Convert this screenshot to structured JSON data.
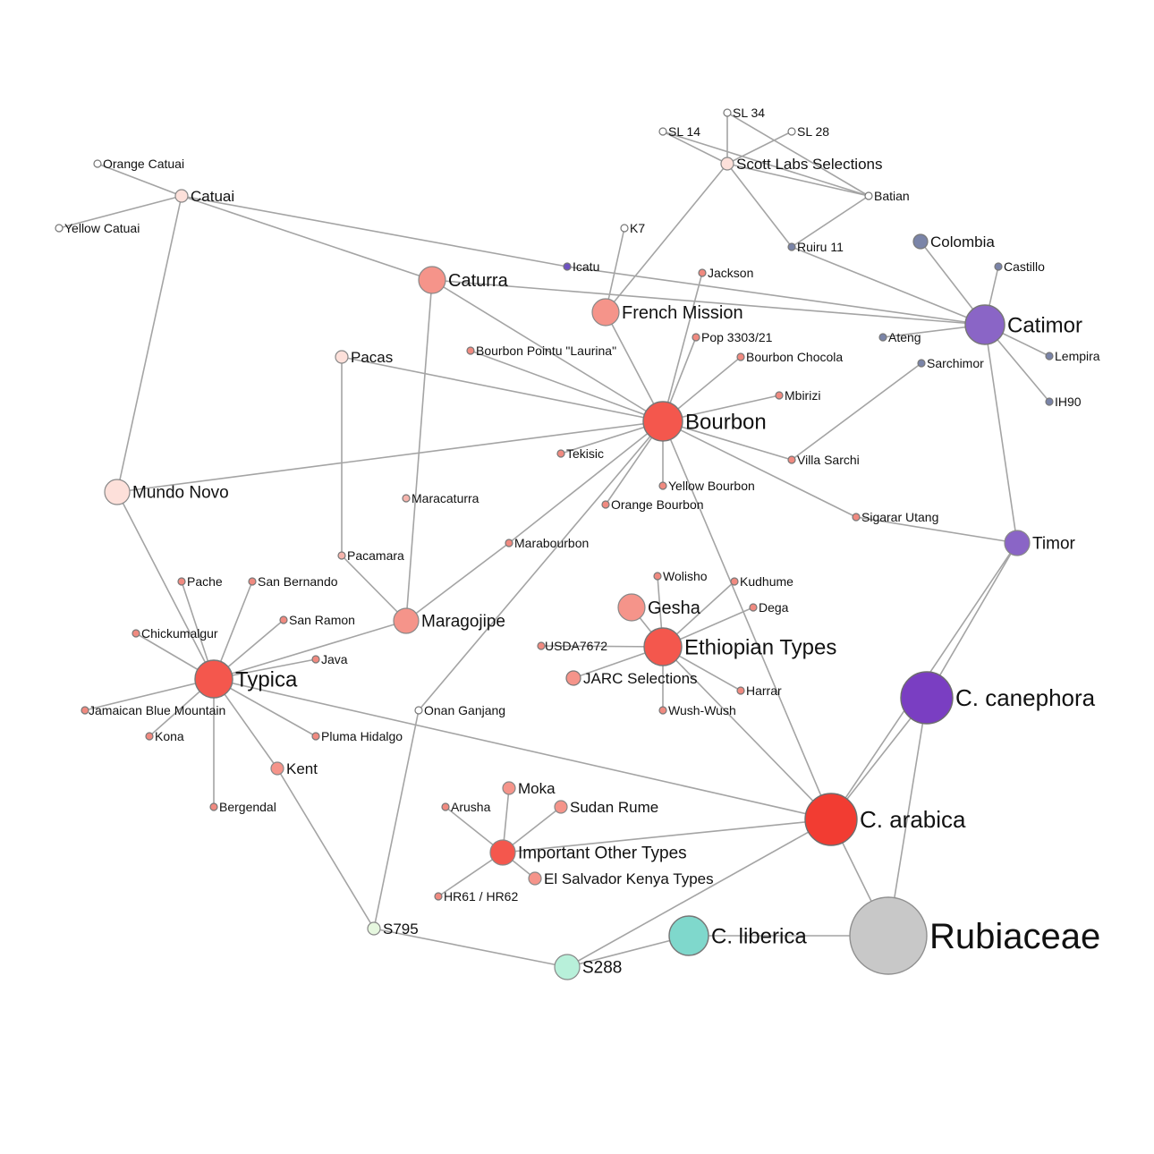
{
  "diagram": {
    "type": "network graph",
    "nodes": [
      {
        "id": "rubiaceae",
        "label": "Rubiaceae",
        "color": "#c8c8c8",
        "size": "xl"
      },
      {
        "id": "c_arabica",
        "label": "C. arabica",
        "color": "#f23c32",
        "size": "lg"
      },
      {
        "id": "c_canephora",
        "label": "C. canephora",
        "color": "#7a3ec2",
        "size": "lg"
      },
      {
        "id": "c_liberica",
        "label": "C. liberica",
        "color": "#7fd8cc",
        "size": "md"
      },
      {
        "id": "s288",
        "label": "S288",
        "color": "#b8f0da",
        "size": "sm"
      },
      {
        "id": "s795",
        "label": "S795",
        "color": "#e6f7df",
        "size": "xs"
      },
      {
        "id": "timor",
        "label": "Timor",
        "color": "#8a65c6",
        "size": "sm"
      },
      {
        "id": "catimor",
        "label": "Catimor",
        "color": "#8a65c6",
        "size": "md"
      },
      {
        "id": "colombia",
        "label": "Colombia",
        "color": "#7a84a8",
        "size": "xs2"
      },
      {
        "id": "castillo",
        "label": "Castillo",
        "color": "#7a84a8",
        "size": "xxs"
      },
      {
        "id": "lempira",
        "label": "Lempira",
        "color": "#7a84a8",
        "size": "xxs"
      },
      {
        "id": "ih90",
        "label": "IH90",
        "color": "#7a84a8",
        "size": "xxs"
      },
      {
        "id": "ateng",
        "label": "Ateng",
        "color": "#7a84a8",
        "size": "xxs"
      },
      {
        "id": "sarchimor",
        "label": "Sarchimor",
        "color": "#7a84a8",
        "size": "xxs"
      },
      {
        "id": "icatu",
        "label": "Icatu",
        "color": "#6e52c2",
        "size": "xxs"
      },
      {
        "id": "ruiru11",
        "label": "Ruiru 11",
        "color": "#7a84a8",
        "size": "xxs"
      },
      {
        "id": "batian",
        "label": "Batian",
        "color": "#ffffff",
        "size": "xxs"
      },
      {
        "id": "scott_labs",
        "label": "Scott Labs Selections",
        "color": "#fde0da",
        "size": "xs"
      },
      {
        "id": "sl34",
        "label": "SL 34",
        "color": "#ffffff",
        "size": "xxs"
      },
      {
        "id": "sl14",
        "label": "SL 14",
        "color": "#ffffff",
        "size": "xxs"
      },
      {
        "id": "sl28",
        "label": "SL 28",
        "color": "#ffffff",
        "size": "xxs"
      },
      {
        "id": "k7",
        "label": "K7",
        "color": "#ffffff",
        "size": "xxs"
      },
      {
        "id": "french_mission",
        "label": "French Mission",
        "color": "#f5948a",
        "size": "sm2"
      },
      {
        "id": "jackson",
        "label": "Jackson",
        "color": "#f08a80",
        "size": "xxs"
      },
      {
        "id": "caturra",
        "label": "Caturra",
        "color": "#f5948a",
        "size": "sm2"
      },
      {
        "id": "catuai",
        "label": "Catuai",
        "color": "#fde0da",
        "size": "xs"
      },
      {
        "id": "orange_catuai",
        "label": "Orange Catuai",
        "color": "#ffffff",
        "size": "xxs"
      },
      {
        "id": "yellow_catuai",
        "label": "Yellow Catuai",
        "color": "#ffffff",
        "size": "xxs"
      },
      {
        "id": "bourbon",
        "label": "Bourbon",
        "color": "#f4574d",
        "size": "md"
      },
      {
        "id": "bourbon_pointu",
        "label": "Bourbon Pointu \"Laurina\"",
        "color": "#f08a80",
        "size": "xxs"
      },
      {
        "id": "pop3303",
        "label": "Pop 3303/21",
        "color": "#f08a80",
        "size": "xxs"
      },
      {
        "id": "bourbon_chocola",
        "label": "Bourbon Chocola",
        "color": "#f08a80",
        "size": "xxs"
      },
      {
        "id": "mbirizi",
        "label": "Mbirizi",
        "color": "#f08a80",
        "size": "xxs"
      },
      {
        "id": "villa_sarchi",
        "label": "Villa Sarchi",
        "color": "#f08a80",
        "size": "xxs"
      },
      {
        "id": "yellow_bourbon",
        "label": "Yellow Bourbon",
        "color": "#f08a80",
        "size": "xxs"
      },
      {
        "id": "orange_bourbon",
        "label": "Orange Bourbon",
        "color": "#f08a80",
        "size": "xxs"
      },
      {
        "id": "tekisic",
        "label": "Tekisic",
        "color": "#f08a80",
        "size": "xxs"
      },
      {
        "id": "sigarar_utang",
        "label": "Sigarar Utang",
        "color": "#f08a80",
        "size": "xxs"
      },
      {
        "id": "pacas",
        "label": "Pacas",
        "color": "#fde0da",
        "size": "xs"
      },
      {
        "id": "maracaturra",
        "label": "Maracaturra",
        "color": "#f6b4ac",
        "size": "xxs"
      },
      {
        "id": "pacamara",
        "label": "Pacamara",
        "color": "#f6b4ac",
        "size": "xxs"
      },
      {
        "id": "marabourbon",
        "label": "Marabourbon",
        "color": "#f08a80",
        "size": "xxs"
      },
      {
        "id": "maragojipe",
        "label": "Maragojipe",
        "color": "#f5948a",
        "size": "sm"
      },
      {
        "id": "mundo_novo",
        "label": "Mundo Novo",
        "color": "#fde0da",
        "size": "sm"
      },
      {
        "id": "typica",
        "label": "Typica",
        "color": "#f4574d",
        "size": "md2"
      },
      {
        "id": "pache",
        "label": "Pache",
        "color": "#f08a80",
        "size": "xxs"
      },
      {
        "id": "san_bernando",
        "label": "San Bernando",
        "color": "#f08a80",
        "size": "xxs"
      },
      {
        "id": "san_ramon",
        "label": "San Ramon",
        "color": "#f08a80",
        "size": "xxs"
      },
      {
        "id": "chickumalgur",
        "label": "Chickumalgur",
        "color": "#f08a80",
        "size": "xxs"
      },
      {
        "id": "java",
        "label": "Java",
        "color": "#f08a80",
        "size": "xxs"
      },
      {
        "id": "jamaican_blue",
        "label": "Jamaican Blue Mountain",
        "color": "#f08a80",
        "size": "xxs"
      },
      {
        "id": "kona",
        "label": "Kona",
        "color": "#f08a80",
        "size": "xxs"
      },
      {
        "id": "pluma_hidalgo",
        "label": "Pluma Hidalgo",
        "color": "#f08a80",
        "size": "xxs"
      },
      {
        "id": "kent",
        "label": "Kent",
        "color": "#f5948a",
        "size": "xs"
      },
      {
        "id": "bergendal",
        "label": "Bergendal",
        "color": "#f08a80",
        "size": "xxs"
      },
      {
        "id": "onan_ganjang",
        "label": "Onan Ganjang",
        "color": "#ffffff",
        "size": "xxs"
      },
      {
        "id": "ethiopian_types",
        "label": "Ethiopian Types",
        "color": "#f4574d",
        "size": "md2"
      },
      {
        "id": "gesha",
        "label": "Gesha",
        "color": "#f5948a",
        "size": "sm2"
      },
      {
        "id": "wolisho",
        "label": "Wolisho",
        "color": "#f08a80",
        "size": "xxs"
      },
      {
        "id": "kudhume",
        "label": "Kudhume",
        "color": "#f08a80",
        "size": "xxs"
      },
      {
        "id": "dega",
        "label": "Dega",
        "color": "#f08a80",
        "size": "xxs"
      },
      {
        "id": "usda7672",
        "label": "USDA7672",
        "color": "#f08a80",
        "size": "xxs"
      },
      {
        "id": "jarc",
        "label": "JARC Selections",
        "color": "#f5948a",
        "size": "xs2"
      },
      {
        "id": "harrar",
        "label": "Harrar",
        "color": "#f08a80",
        "size": "xxs"
      },
      {
        "id": "wush_wush",
        "label": "Wush-Wush",
        "color": "#f08a80",
        "size": "xxs"
      },
      {
        "id": "important_other",
        "label": "Important Other Types",
        "color": "#f4574d",
        "size": "sm"
      },
      {
        "id": "moka",
        "label": "Moka",
        "color": "#f5948a",
        "size": "xs"
      },
      {
        "id": "sudan_rume",
        "label": "Sudan Rume",
        "color": "#f5948a",
        "size": "xs"
      },
      {
        "id": "arusha",
        "label": "Arusha",
        "color": "#f08a80",
        "size": "xxs"
      },
      {
        "id": "el_salvador_kenya",
        "label": "El Salvador Kenya Types",
        "color": "#f5948a",
        "size": "xs"
      },
      {
        "id": "hr61",
        "label": "HR61 / HR62",
        "color": "#f08a80",
        "size": "xxs"
      }
    ],
    "edges": [
      [
        "rubiaceae",
        "c_arabica"
      ],
      [
        "rubiaceae",
        "c_canephora"
      ],
      [
        "rubiaceae",
        "c_liberica"
      ],
      [
        "c_liberica",
        "s288"
      ],
      [
        "s288",
        "c_arabica"
      ],
      [
        "s288",
        "s795"
      ],
      [
        "c_canephora",
        "c_arabica"
      ],
      [
        "c_canephora",
        "timor"
      ],
      [
        "c_arabica",
        "timor"
      ],
      [
        "timor",
        "catimor"
      ],
      [
        "timor",
        "sigarar_utang"
      ],
      [
        "catimor",
        "colombia"
      ],
      [
        "catimor",
        "castillo"
      ],
      [
        "catimor",
        "lempira"
      ],
      [
        "catimor",
        "ih90"
      ],
      [
        "catimor",
        "ateng"
      ],
      [
        "catimor",
        "caturra"
      ],
      [
        "catimor",
        "icatu"
      ],
      [
        "catimor",
        "ruiru11"
      ],
      [
        "sarchimor",
        "villa_sarchi"
      ],
      [
        "ruiru11",
        "scott_labs"
      ],
      [
        "ruiru11",
        "batian"
      ],
      [
        "scott_labs",
        "sl34"
      ],
      [
        "scott_labs",
        "sl14"
      ],
      [
        "scott_labs",
        "sl28"
      ],
      [
        "scott_labs",
        "batian"
      ],
      [
        "scott_labs",
        "french_mission"
      ],
      [
        "sl34",
        "batian"
      ],
      [
        "sl14",
        "batian"
      ],
      [
        "french_mission",
        "k7"
      ],
      [
        "french_mission",
        "bourbon"
      ],
      [
        "icatu",
        "catuai"
      ],
      [
        "catuai",
        "orange_catuai"
      ],
      [
        "catuai",
        "yellow_catuai"
      ],
      [
        "catuai",
        "caturra"
      ],
      [
        "catuai",
        "mundo_novo"
      ],
      [
        "caturra",
        "bourbon"
      ],
      [
        "caturra",
        "maragojipe"
      ],
      [
        "bourbon",
        "jackson"
      ],
      [
        "bourbon",
        "pop3303"
      ],
      [
        "bourbon",
        "bourbon_chocola"
      ],
      [
        "bourbon",
        "mbirizi"
      ],
      [
        "bourbon",
        "villa_sarchi"
      ],
      [
        "bourbon",
        "yellow_bourbon"
      ],
      [
        "bourbon",
        "orange_bourbon"
      ],
      [
        "bourbon",
        "tekisic"
      ],
      [
        "bourbon",
        "sigarar_utang"
      ],
      [
        "bourbon",
        "bourbon_pointu"
      ],
      [
        "bourbon",
        "pacas"
      ],
      [
        "bourbon",
        "mundo_novo"
      ],
      [
        "bourbon",
        "marabourbon"
      ],
      [
        "bourbon",
        "c_arabica"
      ],
      [
        "bourbon",
        "onan_ganjang"
      ],
      [
        "pacas",
        "pacamara"
      ],
      [
        "pacamara",
        "maragojipe"
      ],
      [
        "marabourbon",
        "maragojipe"
      ],
      [
        "maragojipe",
        "typica"
      ],
      [
        "mundo_novo",
        "typica"
      ],
      [
        "typica",
        "pache"
      ],
      [
        "typica",
        "san_bernando"
      ],
      [
        "typica",
        "san_ramon"
      ],
      [
        "typica",
        "chickumalgur"
      ],
      [
        "typica",
        "java"
      ],
      [
        "typica",
        "jamaican_blue"
      ],
      [
        "typica",
        "kona"
      ],
      [
        "typica",
        "pluma_hidalgo"
      ],
      [
        "typica",
        "kent"
      ],
      [
        "typica",
        "bergendal"
      ],
      [
        "typica",
        "c_arabica"
      ],
      [
        "kent",
        "s795"
      ],
      [
        "onan_ganjang",
        "s795"
      ],
      [
        "ethiopian_types",
        "gesha"
      ],
      [
        "ethiopian_types",
        "wolisho"
      ],
      [
        "ethiopian_types",
        "kudhume"
      ],
      [
        "ethiopian_types",
        "dega"
      ],
      [
        "ethiopian_types",
        "usda7672"
      ],
      [
        "ethiopian_types",
        "jarc"
      ],
      [
        "ethiopian_types",
        "harrar"
      ],
      [
        "ethiopian_types",
        "wush_wush"
      ],
      [
        "ethiopian_types",
        "c_arabica"
      ],
      [
        "important_other",
        "moka"
      ],
      [
        "important_other",
        "sudan_rume"
      ],
      [
        "important_other",
        "arusha"
      ],
      [
        "important_other",
        "el_salvador_kenya"
      ],
      [
        "important_other",
        "hr61"
      ],
      [
        "important_other",
        "c_arabica"
      ]
    ]
  }
}
